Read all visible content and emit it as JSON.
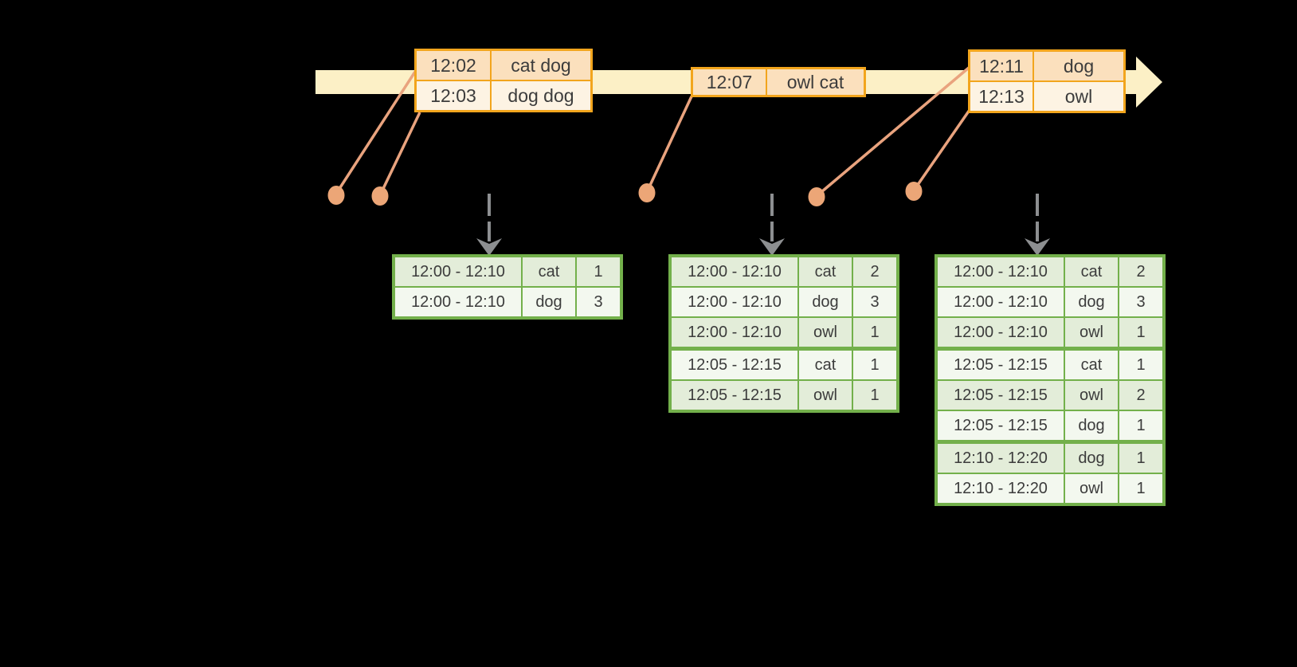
{
  "colors": {
    "background": "#000000",
    "timeline_fill": "#fcf0c6",
    "event_table_border": "#f2a51d",
    "event_row_dark": "#fbe0bd",
    "event_row_light": "#fdf3e3",
    "connector": "#e9a37e",
    "dot": "#eca677",
    "trigger_arrow": "#8d8f91",
    "result_table_border": "#73b04b",
    "result_row_dark": "#e3edd9",
    "result_row_light": "#f3f8ef",
    "text": "#3c3c3c"
  },
  "event_tables": [
    {
      "rows": [
        [
          "12:02",
          "cat dog"
        ],
        [
          "12:03",
          "dog dog"
        ]
      ]
    },
    {
      "rows": [
        [
          "12:07",
          "owl cat"
        ]
      ]
    },
    {
      "rows": [
        [
          "12:11",
          "dog"
        ],
        [
          "12:13",
          "owl"
        ]
      ]
    }
  ],
  "result_tables": [
    {
      "rows": [
        {
          "window": "12:00 - 12:10",
          "word": "cat",
          "count": "1"
        },
        {
          "window": "12:00 - 12:10",
          "word": "dog",
          "count": "3"
        }
      ]
    },
    {
      "rows": [
        {
          "window": "12:00 - 12:10",
          "word": "cat",
          "count": "2"
        },
        {
          "window": "12:00 - 12:10",
          "word": "dog",
          "count": "3"
        },
        {
          "window": "12:00 - 12:10",
          "word": "owl",
          "count": "1"
        },
        {
          "window": "12:05 - 12:15",
          "word": "cat",
          "count": "1"
        },
        {
          "window": "12:05 - 12:15",
          "word": "owl",
          "count": "1"
        }
      ]
    },
    {
      "rows": [
        {
          "window": "12:00 - 12:10",
          "word": "cat",
          "count": "2"
        },
        {
          "window": "12:00 - 12:10",
          "word": "dog",
          "count": "3"
        },
        {
          "window": "12:00 - 12:10",
          "word": "owl",
          "count": "1"
        },
        {
          "window": "12:05 - 12:15",
          "word": "cat",
          "count": "1"
        },
        {
          "window": "12:05 - 12:15",
          "word": "owl",
          "count": "2"
        },
        {
          "window": "12:05 - 12:15",
          "word": "dog",
          "count": "1"
        },
        {
          "window": "12:10 - 12:20",
          "word": "dog",
          "count": "1"
        },
        {
          "window": "12:10 - 12:20",
          "word": "owl",
          "count": "1"
        }
      ]
    }
  ]
}
